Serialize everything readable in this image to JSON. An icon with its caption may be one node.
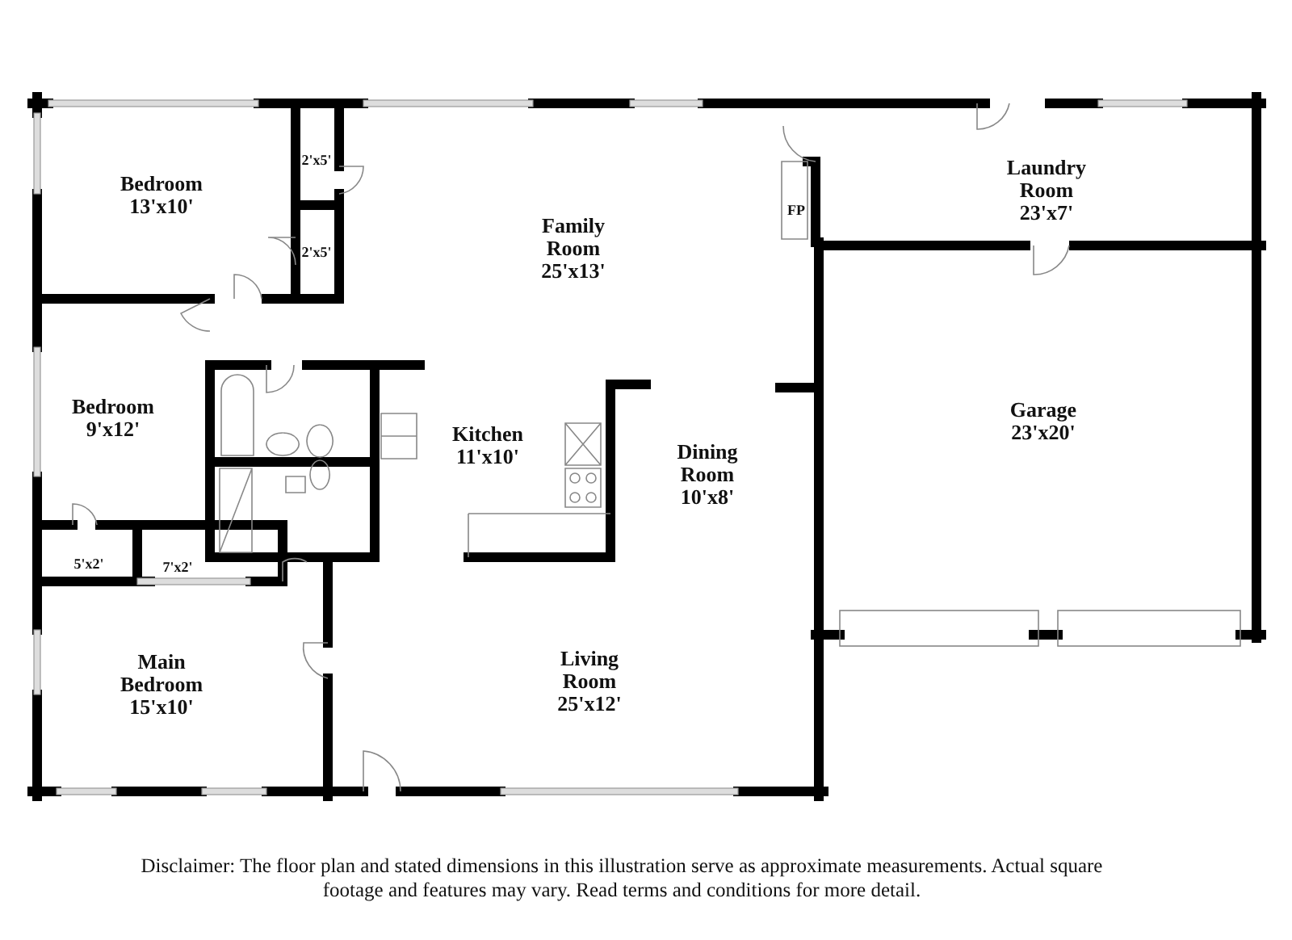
{
  "diagram": {
    "caption": "Disclaimer: The floor plan and stated dimensions in this illustration serve as approximate measurements. Actual square footage and features may vary. Read terms and conditions for more detail.",
    "labels": [
      "Bedroom",
      "13'x10'",
      "2'x5'",
      "2'x5'",
      "Family Room",
      "25'x13'",
      "FP",
      "Laundry Room",
      "23'x7'",
      "Bedroom",
      "9'x12'",
      "Kitchen",
      "11'x10'",
      "Dining Room",
      "10'x8'",
      "Garage",
      "23'x20'",
      "5'x2'",
      "7'x2'",
      "Main Bedroom",
      "15'x10'",
      "Living Room",
      "25'x12'"
    ]
  }
}
